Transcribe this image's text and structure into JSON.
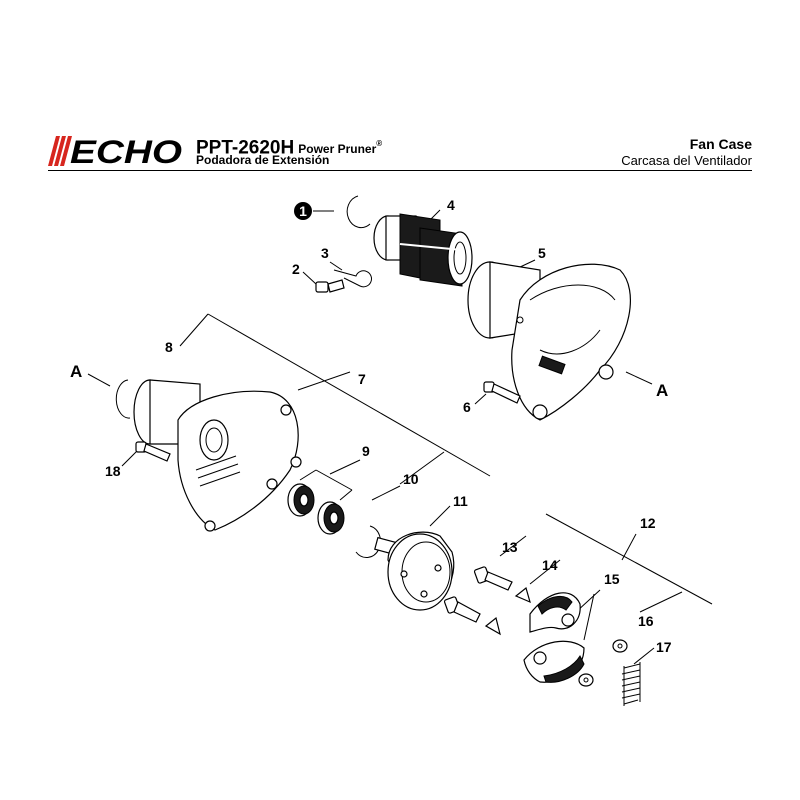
{
  "header": {
    "brand": "ECHO",
    "model": "PPT-2620H",
    "product_en": "Power Pruner",
    "reg_mark": "®",
    "product_es": "Podadora de Extensión",
    "section_en": "Fan Case",
    "section_es": "Carcasa del Ventilador"
  },
  "callouts": [
    "1",
    "2",
    "3",
    "4",
    "5",
    "6",
    "7",
    "8",
    "9",
    "10",
    "11",
    "12",
    "13",
    "14",
    "15",
    "16",
    "17",
    "18"
  ],
  "reference_letters": [
    "A",
    "A"
  ],
  "colors": {
    "brand_red": "#d7261e",
    "ink": "#000000"
  }
}
